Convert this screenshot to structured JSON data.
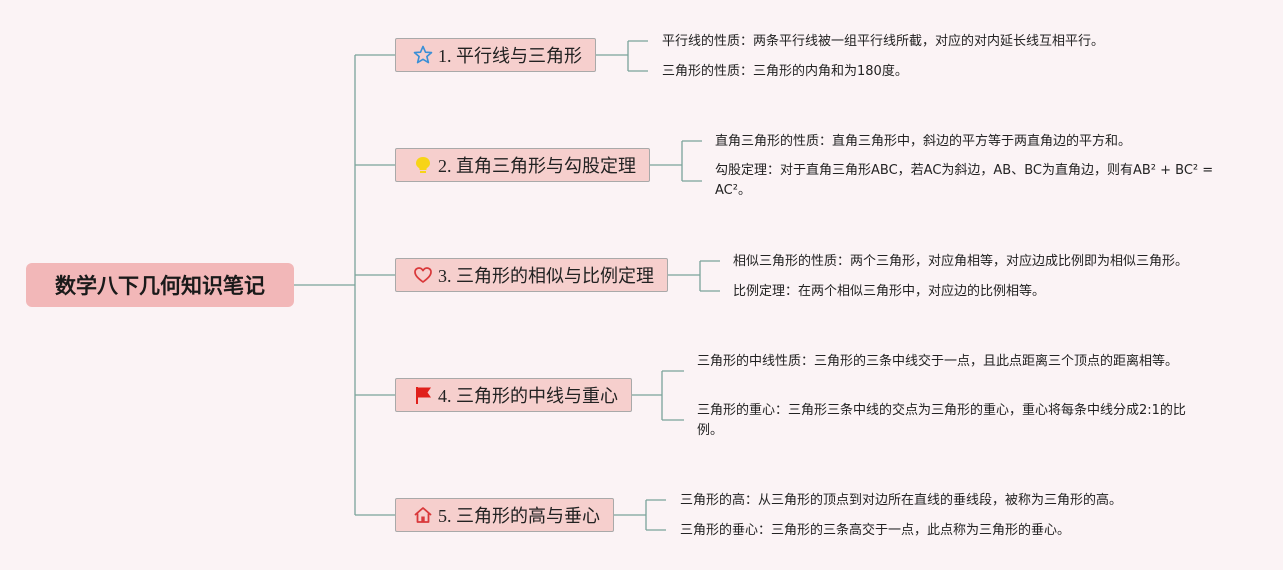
{
  "root": {
    "title": "数学八下几何知识笔记"
  },
  "branches": [
    {
      "label": "1. 平行线与三角形",
      "icon": "star-icon",
      "leaves": [
        {
          "text": "平行线的性质：两条平行线被一组平行线所截，对应的对内延长线互相平行。"
        },
        {
          "text": "三角形的性质：三角形的内角和为180度。"
        }
      ]
    },
    {
      "label": "2. 直角三角形与勾股定理",
      "icon": "lightbulb-icon",
      "leaves": [
        {
          "text": "直角三角形的性质：直角三角形中，斜边的平方等于两直角边的平方和。"
        },
        {
          "text": "勾股定理：对于直角三角形ABC，若AC为斜边，AB、BC为直角边，则有AB² + BC² = AC²。"
        }
      ]
    },
    {
      "label": "3. 三角形的相似与比例定理",
      "icon": "heart-icon",
      "leaves": [
        {
          "text": "相似三角形的性质：两个三角形，对应角相等，对应边成比例即为相似三角形。"
        },
        {
          "text": "比例定理：在两个相似三角形中，对应边的比例相等。"
        }
      ]
    },
    {
      "label": "4. 三角形的中线与重心",
      "icon": "flag-icon",
      "leaves": [
        {
          "text": "三角形的中线性质：三角形的三条中线交于一点，且此点距离三个顶点的距离相等。"
        },
        {
          "text": "三角形的重心：三角形三条中线的交点为三角形的重心，重心将每条中线分成2:1的比例。"
        }
      ]
    },
    {
      "label": "5. 三角形的高与垂心",
      "icon": "home-icon",
      "leaves": [
        {
          "text": "三角形的高：从三角形的顶点到对边所在直线的垂线段，被称为三角形的高。"
        },
        {
          "text": "三角形的垂心：三角形的三条高交于一点，此点称为三角形的垂心。"
        }
      ]
    }
  ],
  "colors": {
    "background": "#fbf3f5",
    "root_fill": "#f2b7b8",
    "branch_fill": "#f6cfcd",
    "connector": "#7aa39a",
    "star": "#3a8fd6",
    "bulb": "#f7d417",
    "heart": "#d9383a",
    "flag": "#e0201b",
    "home": "#d9383a"
  }
}
